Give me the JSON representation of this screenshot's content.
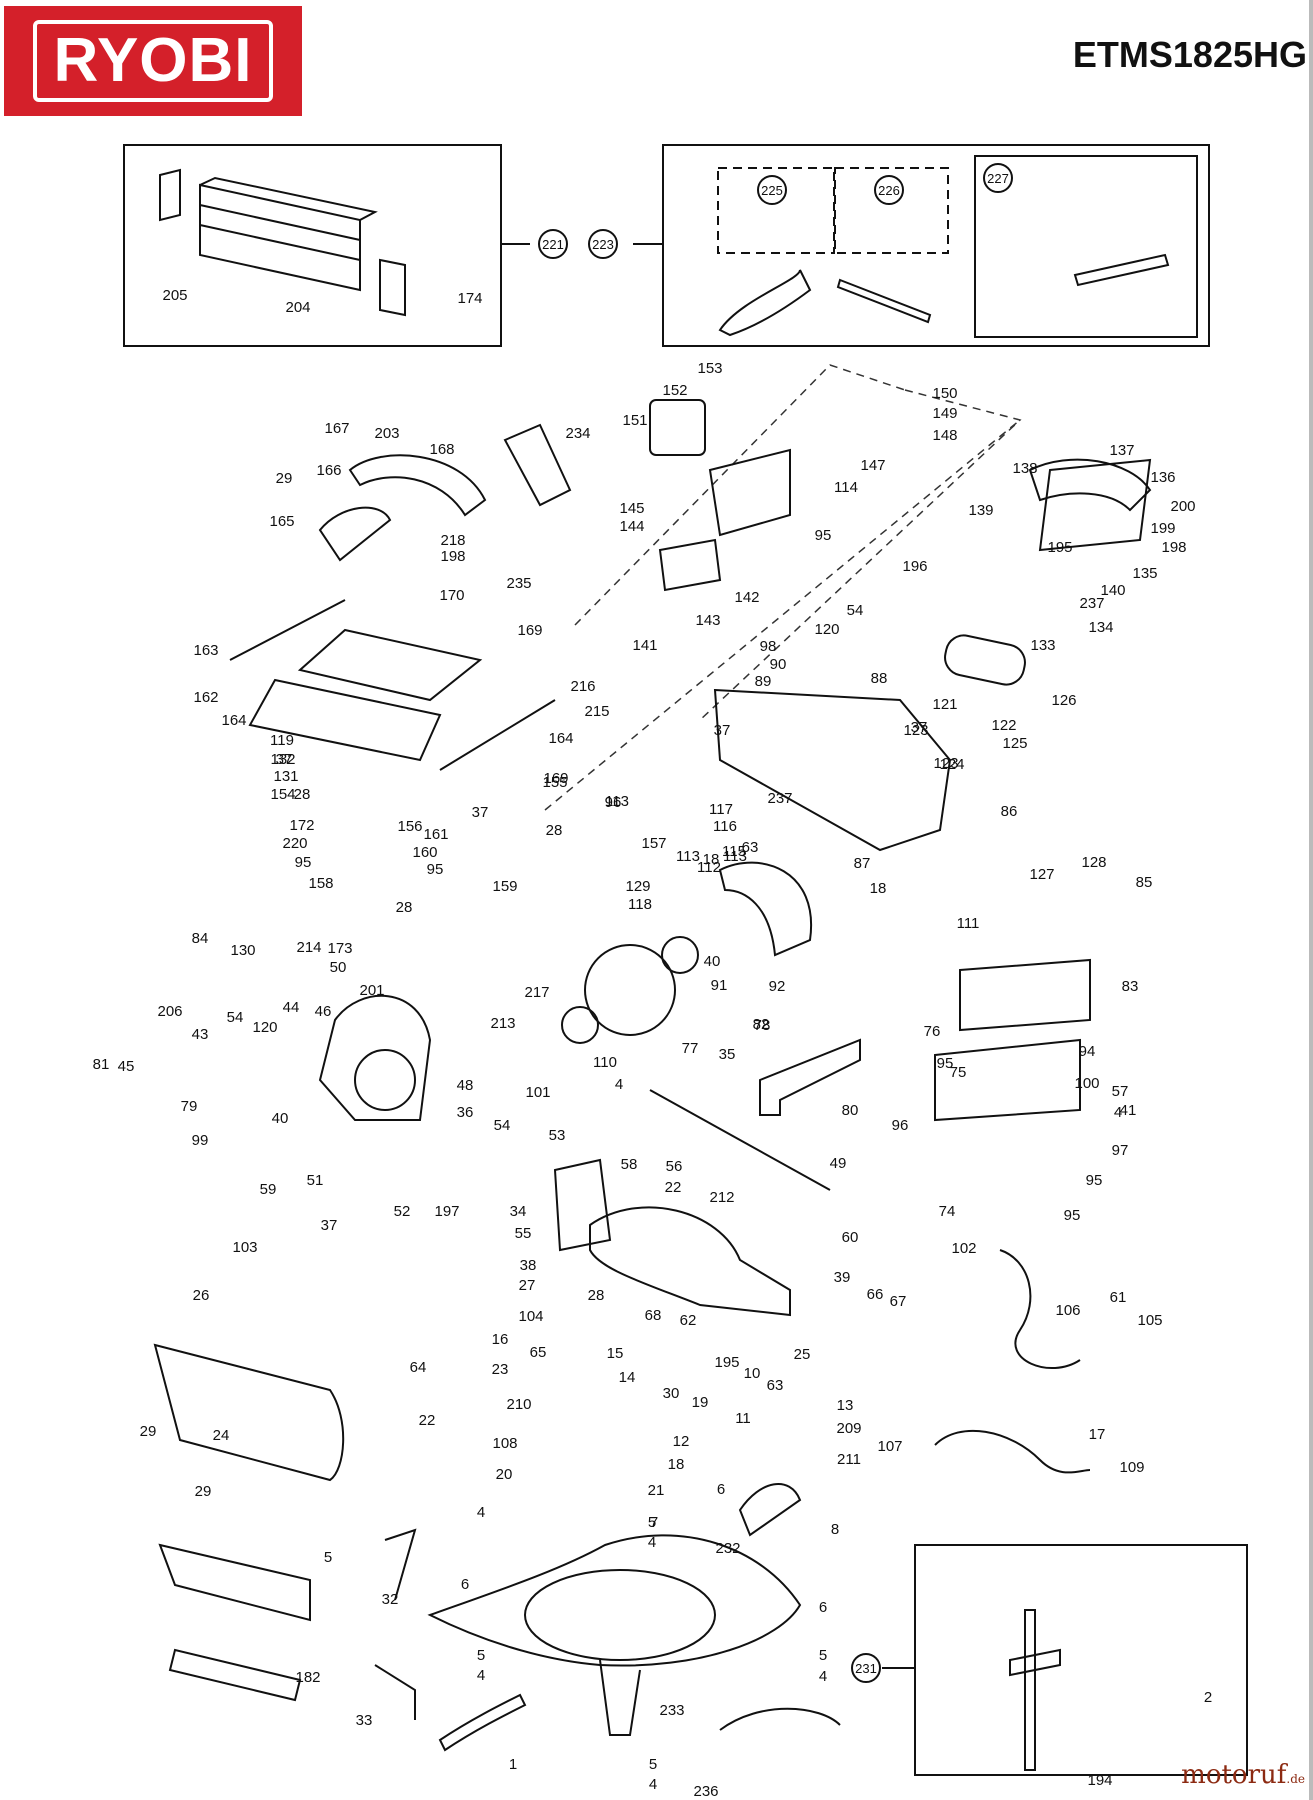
{
  "brand": {
    "logo_text": "RYOBI"
  },
  "model": "ETMS1825HG",
  "watermark": {
    "name": "motoruf",
    "tld": ".de"
  },
  "callouts": [
    {
      "id": "221",
      "circled": true
    },
    {
      "id": "223",
      "circled": true
    },
    {
      "id": "225",
      "circled": true
    },
    {
      "id": "226",
      "circled": true
    },
    {
      "id": "227",
      "circled": true
    },
    {
      "id": "231",
      "circled": true
    },
    {
      "id": "205"
    },
    {
      "id": "204"
    },
    {
      "id": "174"
    },
    {
      "id": "153"
    },
    {
      "id": "152"
    },
    {
      "id": "151"
    },
    {
      "id": "150"
    },
    {
      "id": "149"
    },
    {
      "id": "148"
    },
    {
      "id": "147"
    },
    {
      "id": "114"
    },
    {
      "id": "145"
    },
    {
      "id": "144"
    },
    {
      "id": "95"
    },
    {
      "id": "142"
    },
    {
      "id": "143"
    },
    {
      "id": "141"
    },
    {
      "id": "234"
    },
    {
      "id": "235"
    },
    {
      "id": "167"
    },
    {
      "id": "203"
    },
    {
      "id": "168"
    },
    {
      "id": "166"
    },
    {
      "id": "29"
    },
    {
      "id": "165"
    },
    {
      "id": "218"
    },
    {
      "id": "198"
    },
    {
      "id": "137"
    },
    {
      "id": "136"
    },
    {
      "id": "200"
    },
    {
      "id": "199"
    },
    {
      "id": "138"
    },
    {
      "id": "139"
    },
    {
      "id": "195"
    },
    {
      "id": "135"
    },
    {
      "id": "140"
    },
    {
      "id": "237"
    },
    {
      "id": "134"
    },
    {
      "id": "133"
    },
    {
      "id": "126"
    },
    {
      "id": "196"
    },
    {
      "id": "170"
    },
    {
      "id": "169"
    },
    {
      "id": "163"
    },
    {
      "id": "162"
    },
    {
      "id": "164"
    },
    {
      "id": "216"
    },
    {
      "id": "215"
    },
    {
      "id": "54"
    },
    {
      "id": "120"
    },
    {
      "id": "98"
    },
    {
      "id": "90"
    },
    {
      "id": "89"
    },
    {
      "id": "88"
    },
    {
      "id": "121"
    },
    {
      "id": "122"
    },
    {
      "id": "125"
    },
    {
      "id": "124"
    },
    {
      "id": "123"
    },
    {
      "id": "37"
    },
    {
      "id": "119"
    },
    {
      "id": "132"
    },
    {
      "id": "131"
    },
    {
      "id": "154"
    },
    {
      "id": "155"
    },
    {
      "id": "28"
    },
    {
      "id": "172"
    },
    {
      "id": "220"
    },
    {
      "id": "156"
    },
    {
      "id": "161"
    },
    {
      "id": "160"
    },
    {
      "id": "159"
    },
    {
      "id": "158"
    },
    {
      "id": "173"
    },
    {
      "id": "96"
    },
    {
      "id": "157"
    },
    {
      "id": "113"
    },
    {
      "id": "117"
    },
    {
      "id": "116"
    },
    {
      "id": "115"
    },
    {
      "id": "63"
    },
    {
      "id": "87"
    },
    {
      "id": "86"
    },
    {
      "id": "127"
    },
    {
      "id": "128"
    },
    {
      "id": "129"
    },
    {
      "id": "118"
    },
    {
      "id": "112"
    },
    {
      "id": "18"
    },
    {
      "id": "85"
    },
    {
      "id": "84"
    },
    {
      "id": "130"
    },
    {
      "id": "214"
    },
    {
      "id": "50"
    },
    {
      "id": "201"
    },
    {
      "id": "217"
    },
    {
      "id": "40"
    },
    {
      "id": "111"
    },
    {
      "id": "83"
    },
    {
      "id": "91"
    },
    {
      "id": "92"
    },
    {
      "id": "82"
    },
    {
      "id": "78"
    },
    {
      "id": "77"
    },
    {
      "id": "206"
    },
    {
      "id": "81"
    },
    {
      "id": "45"
    },
    {
      "id": "43"
    },
    {
      "id": "44"
    },
    {
      "id": "46"
    },
    {
      "id": "213"
    },
    {
      "id": "48"
    },
    {
      "id": "110"
    },
    {
      "id": "35"
    },
    {
      "id": "80"
    },
    {
      "id": "76"
    },
    {
      "id": "75"
    },
    {
      "id": "94"
    },
    {
      "id": "100"
    },
    {
      "id": "101"
    },
    {
      "id": "79"
    },
    {
      "id": "41"
    },
    {
      "id": "4"
    },
    {
      "id": "57"
    },
    {
      "id": "97"
    },
    {
      "id": "99"
    },
    {
      "id": "36"
    },
    {
      "id": "53"
    },
    {
      "id": "58"
    },
    {
      "id": "56"
    },
    {
      "id": "49"
    },
    {
      "id": "22"
    },
    {
      "id": "59"
    },
    {
      "id": "51"
    },
    {
      "id": "52"
    },
    {
      "id": "197"
    },
    {
      "id": "34"
    },
    {
      "id": "55"
    },
    {
      "id": "212"
    },
    {
      "id": "60"
    },
    {
      "id": "74"
    },
    {
      "id": "102"
    },
    {
      "id": "103"
    },
    {
      "id": "38"
    },
    {
      "id": "27"
    },
    {
      "id": "26"
    },
    {
      "id": "39"
    },
    {
      "id": "66"
    },
    {
      "id": "67"
    },
    {
      "id": "68"
    },
    {
      "id": "62"
    },
    {
      "id": "61"
    },
    {
      "id": "105"
    },
    {
      "id": "106"
    },
    {
      "id": "104"
    },
    {
      "id": "16"
    },
    {
      "id": "25"
    },
    {
      "id": "65"
    },
    {
      "id": "15"
    },
    {
      "id": "14"
    },
    {
      "id": "10"
    },
    {
      "id": "64"
    },
    {
      "id": "23"
    },
    {
      "id": "24"
    },
    {
      "id": "30"
    },
    {
      "id": "13"
    },
    {
      "id": "209"
    },
    {
      "id": "211"
    },
    {
      "id": "210"
    },
    {
      "id": "19"
    },
    {
      "id": "11"
    },
    {
      "id": "12"
    },
    {
      "id": "17"
    },
    {
      "id": "107"
    },
    {
      "id": "109"
    },
    {
      "id": "108"
    },
    {
      "id": "20"
    },
    {
      "id": "21"
    },
    {
      "id": "6"
    },
    {
      "id": "8"
    },
    {
      "id": "7"
    },
    {
      "id": "5"
    },
    {
      "id": "32"
    },
    {
      "id": "232"
    },
    {
      "id": "2"
    },
    {
      "id": "182"
    },
    {
      "id": "33"
    },
    {
      "id": "233"
    },
    {
      "id": "1"
    },
    {
      "id": "236"
    },
    {
      "id": "194"
    }
  ]
}
